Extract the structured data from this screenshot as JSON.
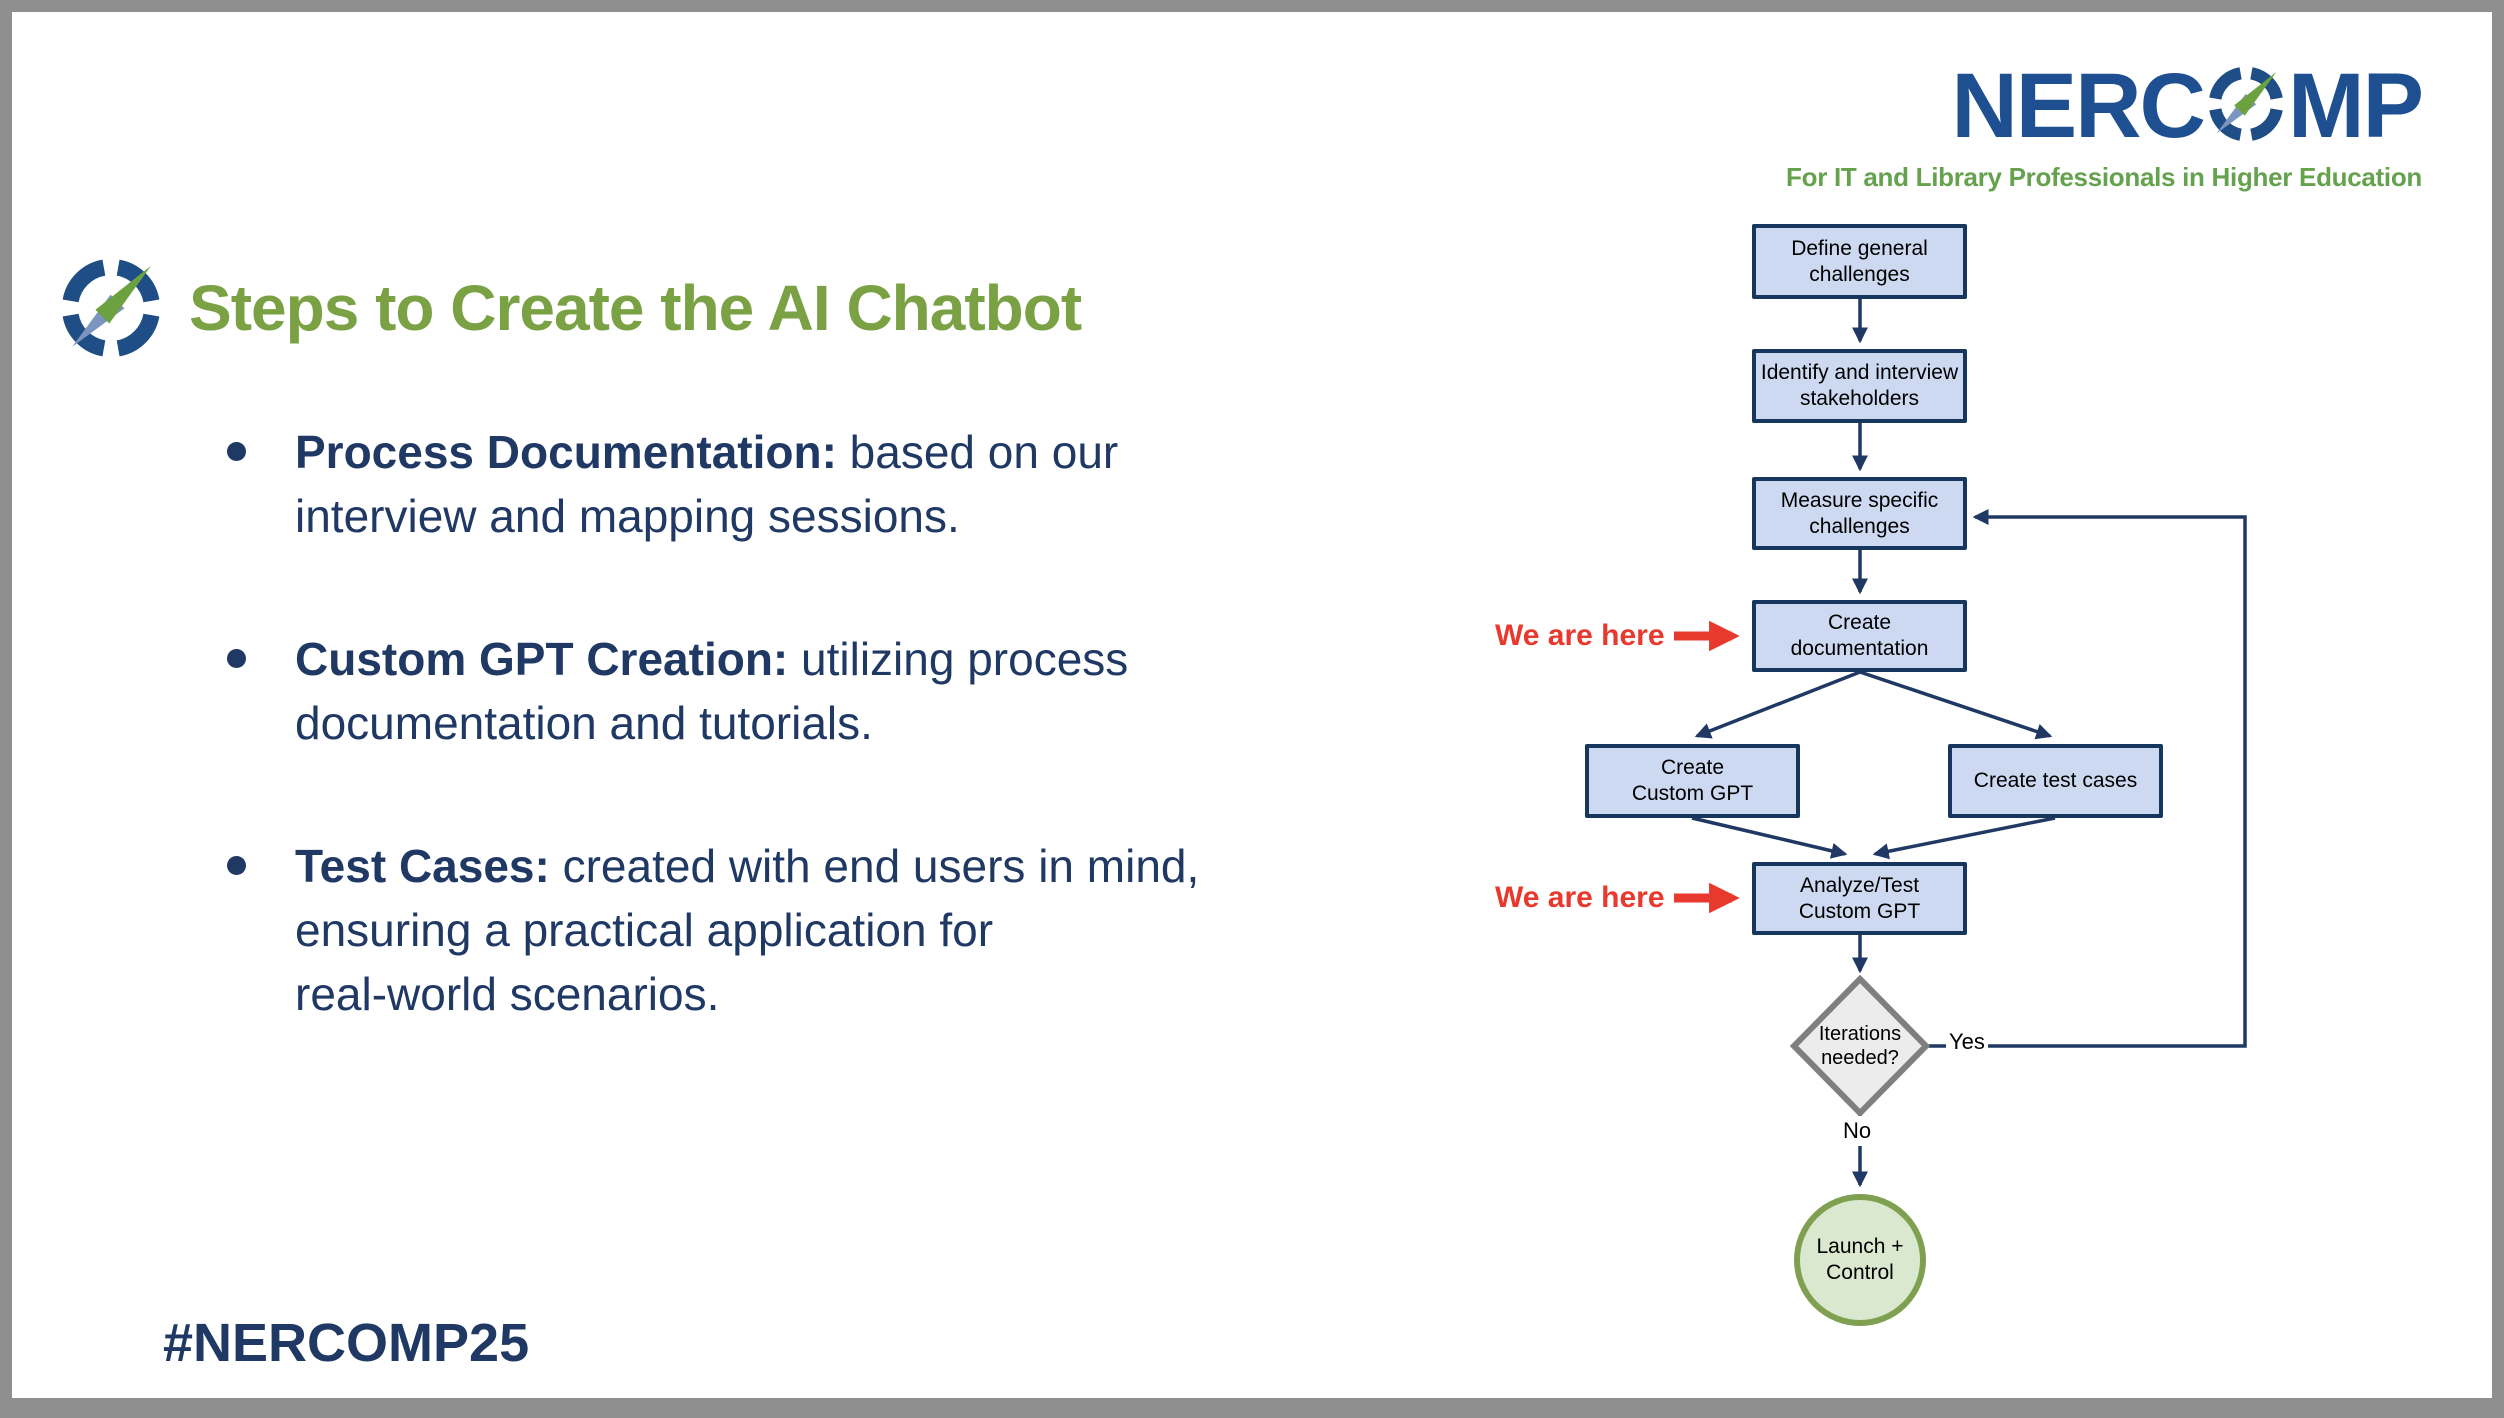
{
  "logo": {
    "left": "NERC",
    "right": "MP",
    "tagline": "For IT and Library Professionals in Higher Education"
  },
  "header": {
    "title": "Steps to Create the AI Chatbot"
  },
  "bullets": [
    {
      "lead": "Process Documentation:",
      "line1": " based on our",
      "line2": "interview and mapping sessions."
    },
    {
      "lead": "Custom GPT Creation:",
      "line1": " utilizing process",
      "line2": "documentation and tutorials."
    },
    {
      "lead": "Test Cases:",
      "line1": " created with end users in mind,",
      "line2": "ensuring a practical application for",
      "line3": "real-world scenarios."
    }
  ],
  "footer": {
    "hashtag": "#NERCOMP25"
  },
  "flowchart": {
    "nodes": [
      {
        "label": "Define general challenges"
      },
      {
        "label": "Identify and interview stakeholders"
      },
      {
        "label": "Measure specific challenges"
      },
      {
        "label": "Create documentation"
      },
      {
        "label": "Create Custom GPT"
      },
      {
        "label": "Create test cases"
      },
      {
        "label": "Analyze/Test Custom GPT"
      }
    ],
    "decision": {
      "label": "Iterations needed?",
      "yes_label": "Yes",
      "no_label": "No"
    },
    "terminal": {
      "label": "Launch + Control"
    },
    "annotations": [
      {
        "label": "We are here"
      },
      {
        "label": "We are here"
      }
    ],
    "colors": {
      "node_fill": "#CCD9F0",
      "node_border": "#17365D",
      "connector": "#1F3864",
      "decision_fill": "#ECECEC",
      "decision_border": "#7F7F7F",
      "terminal_fill": "#DBE8D0",
      "terminal_border": "#7EA050",
      "annotation_red": "#E8392F",
      "title_green": "#7AA143",
      "text_navy": "#1F3864",
      "logo_blue": "#1E4F91",
      "tagline_green": "#65A24E"
    }
  }
}
